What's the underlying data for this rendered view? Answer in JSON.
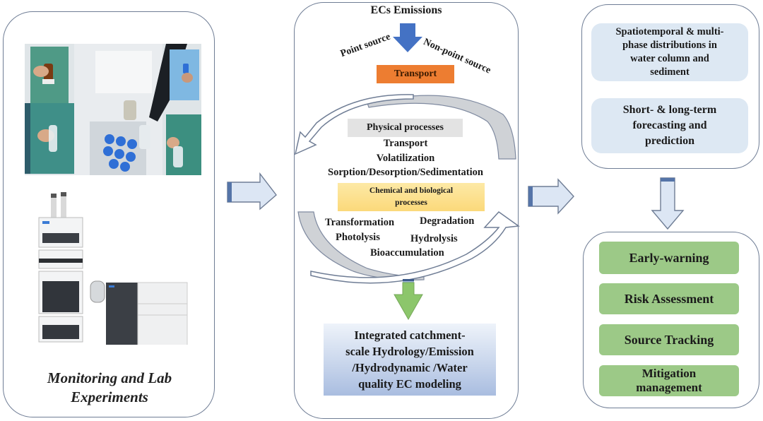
{
  "left_panel": {
    "caption_line1": "Monitoring and Lab",
    "caption_line2": "Experiments",
    "photo_sampling": "water-sampling-photo",
    "photo_instrument": "lc-ms-instrument-photo"
  },
  "middle_panel": {
    "title": "ECs Emissions",
    "point_source": "Point source",
    "non_point_source": "Non-point source",
    "transport_box": "Transport",
    "physical": {
      "header": "Physical processes",
      "items": [
        "Transport",
        "Volatilization",
        "Sorption/Desorption/Sedimentation"
      ]
    },
    "chemical": {
      "header_line1": "Chemical and biological",
      "header_line2": "processes",
      "items": [
        "Transformation",
        "Degradation",
        "Photolysis",
        "Hydrolysis",
        "Bioaccumulation"
      ]
    },
    "model": {
      "line1": "Integrated catchment-",
      "line2": "scale Hydrology/Emission",
      "line3": "/Hydrodynamic /Water",
      "line4": "quality EC modeling"
    }
  },
  "right_top_panel": {
    "spatio_line1": "Spatiotemporal & multi-",
    "spatio_line2": "phase distributions in",
    "spatio_line3": "water column and",
    "spatio_line4": "sediment",
    "forecast_line1": "Short- & long-term",
    "forecast_line2": "forecasting  and",
    "forecast_line3": "prediction"
  },
  "right_bottom_panel": {
    "items": [
      "Early-warning",
      "Risk Assessment",
      "Source Tracking"
    ],
    "mitigation_line1": "Mitigation",
    "mitigation_line2": "management"
  },
  "colors": {
    "panel_border": "#6f7d95",
    "transport_orange": "#ed7d31",
    "emission_arrow_blue": "#4472c4",
    "physical_gray": "#e3e3e3",
    "chemical_yellow": "#fbd97a",
    "model_blue": "#a9bde0",
    "info_blue": "#dde8f3",
    "action_green": "#9cc987",
    "hollow_arrow_fill": "#dce6f4"
  }
}
